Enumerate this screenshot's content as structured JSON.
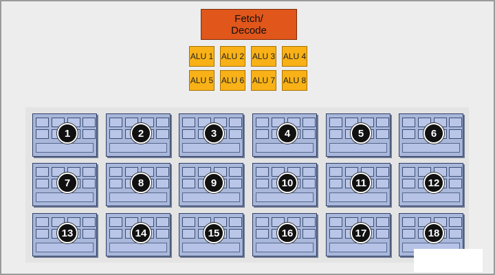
{
  "fetch_decode": {
    "label_line1": "Fetch/",
    "label_line2": "Decode"
  },
  "alus": [
    "ALU 1",
    "ALU 2",
    "ALU 3",
    "ALU 4",
    "ALU 5",
    "ALU 6",
    "ALU 7",
    "ALU 8"
  ],
  "cores": [
    "1",
    "2",
    "3",
    "4",
    "5",
    "6",
    "7",
    "8",
    "9",
    "10",
    "11",
    "12",
    "13",
    "14",
    "15",
    "16",
    "17",
    "18"
  ],
  "colors": {
    "fetch_decode": "#e0561b",
    "alu": "#f8b116",
    "core": "#a8b7da",
    "badge": "#111111"
  }
}
